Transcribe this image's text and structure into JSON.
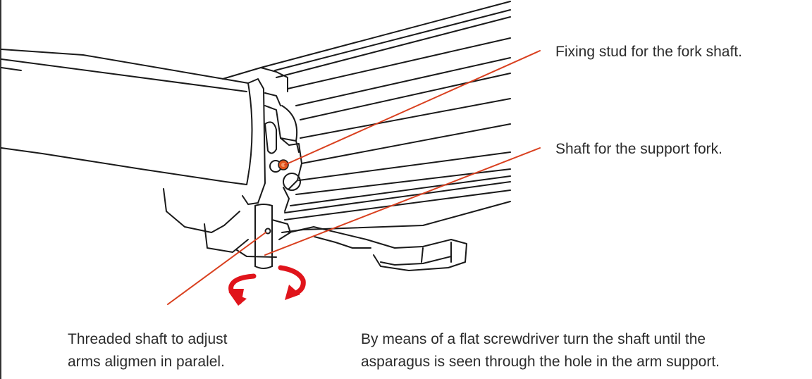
{
  "labels": {
    "fixing_stud": "Fixing stud for the fork shaft.",
    "support_shaft": "Shaft for the support fork.",
    "threaded_shaft": {
      "line1": "Threaded shaft to adjust",
      "line2": "arms aligmen in paralel."
    },
    "instruction": {
      "line1": "By means of a flat screwdriver turn the shaft until the",
      "line2": "asparagus is seen through the hole in the arm support."
    }
  },
  "colors": {
    "leader_line": "#d9401f",
    "highlight": "#e2561c",
    "rotation_arrow": "#e0141b",
    "outline": "#1a1a1a",
    "text": "#2b2b2b"
  }
}
